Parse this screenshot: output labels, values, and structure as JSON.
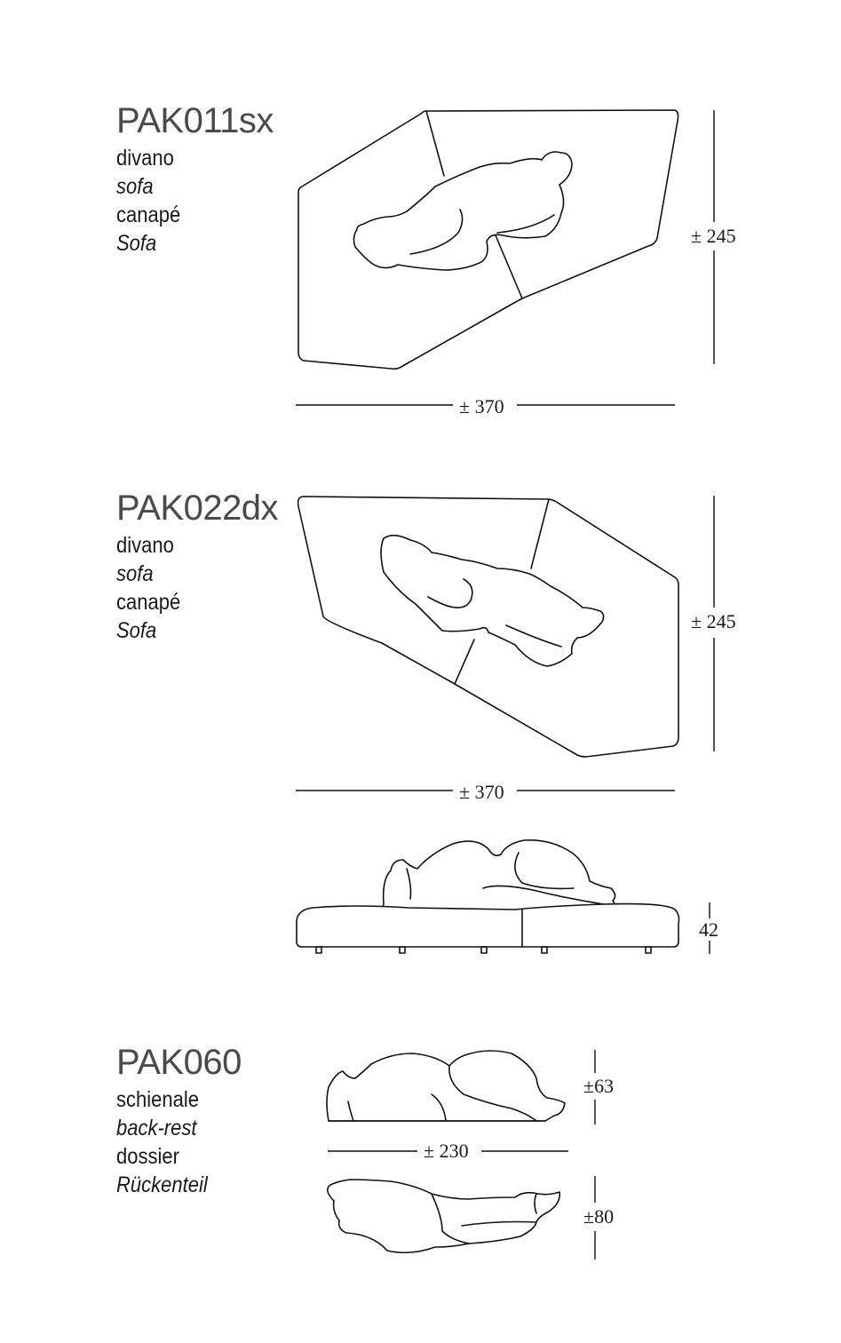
{
  "products": [
    {
      "code": "PAK011sx",
      "names": [
        "divano",
        "sofa",
        "canapé",
        "Sofa"
      ],
      "dimensions": {
        "width": "± 370",
        "depth": "± 245"
      }
    },
    {
      "code": "PAK022dx",
      "names": [
        "divano",
        "sofa",
        "canapé",
        "Sofa"
      ],
      "dimensions": {
        "width": "± 370",
        "depth": "± 245",
        "height": "42"
      }
    },
    {
      "code": "PAK060",
      "names": [
        "schienale",
        "back-rest",
        "dossier",
        "Rückenteil"
      ],
      "dimensions": {
        "height": "±63",
        "width": "± 230",
        "depth": "±80"
      }
    }
  ]
}
